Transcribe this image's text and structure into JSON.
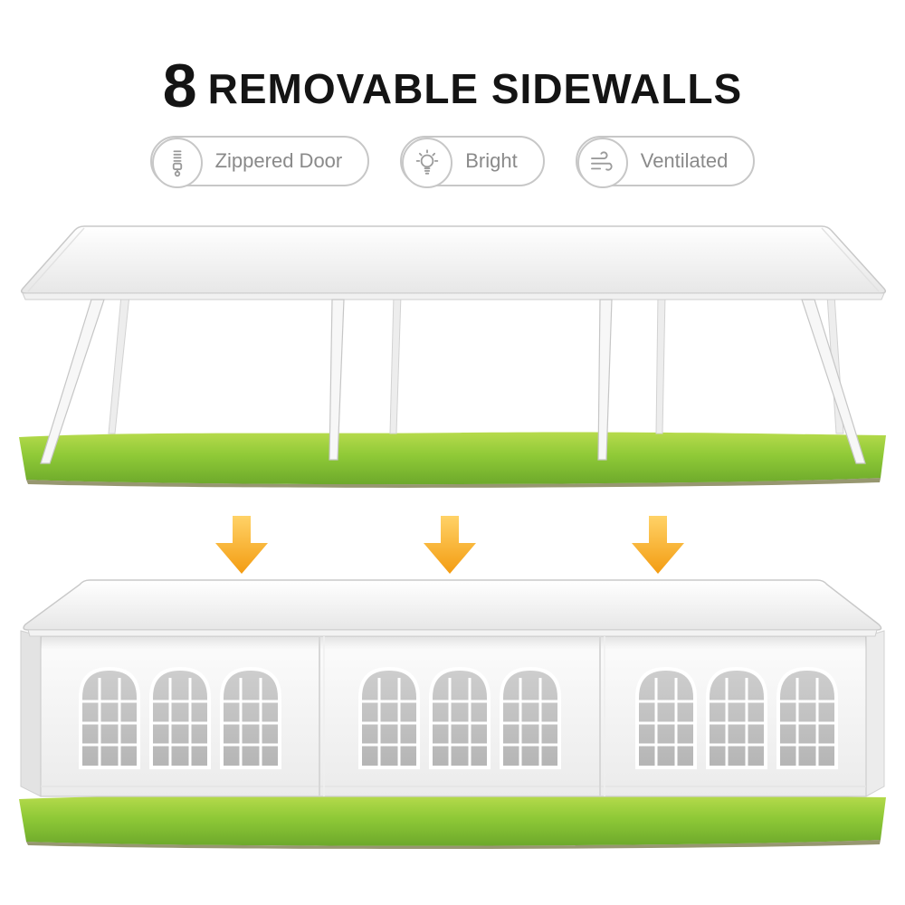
{
  "title": {
    "number": "8",
    "text": "REMOVABLE SIDEWALLS"
  },
  "features": [
    {
      "label": "Zippered Door",
      "icon": "zipper-icon"
    },
    {
      "label": "Bright",
      "icon": "lightbulb-icon"
    },
    {
      "label": "Ventilated",
      "icon": "wind-icon"
    }
  ],
  "colors": {
    "title_text": "#141414",
    "badge_border": "#C7C7C7",
    "badge_text": "#8A8A8A",
    "arrow_orange": "#F39C12",
    "arrow_light": "#FFD267",
    "grass_green": "#8FC937",
    "canopy_white": "#FFFFFF",
    "window_glass": "#C0C0C0"
  }
}
